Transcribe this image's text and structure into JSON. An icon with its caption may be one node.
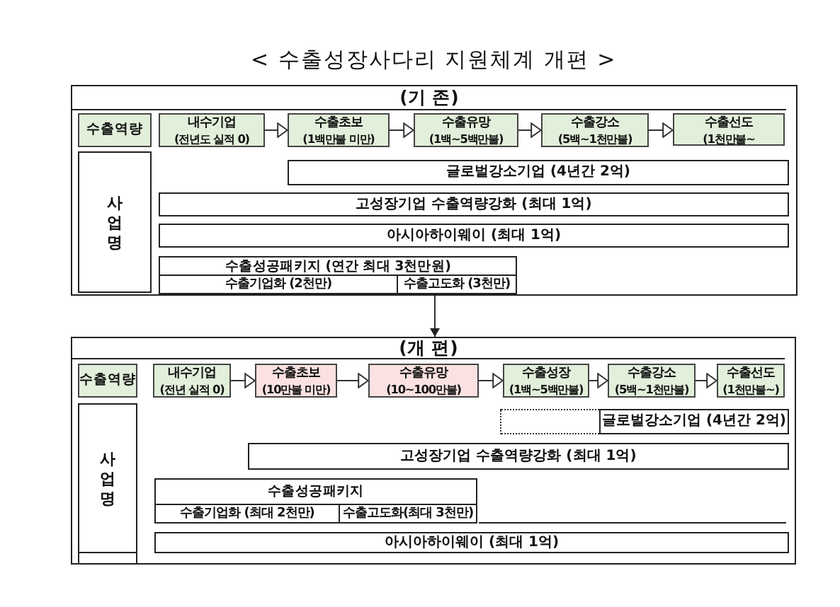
{
  "diagram": {
    "title": "< 수출성장사다리 지원체계 개편 >",
    "nodes": [
      {
        "text": [
          "(기 존)"
        ]
      },
      {
        "text": [
          "수출역량"
        ],
        "in": 0
      },
      {
        "text": [
          "내수기업",
          "(전년도 실적 0)"
        ],
        "in": 0
      },
      {
        "text": [
          "수출초보",
          "(1백만불 미만)"
        ],
        "in": 0
      },
      {
        "text": [
          "수출유망",
          "(1백~5백만불)"
        ],
        "in": 0
      },
      {
        "text": [
          "수출강소",
          "(5백~1천만불)"
        ],
        "in": 0
      },
      {
        "text": [
          "수출선도",
          "(1천만불~"
        ],
        "in": 0
      },
      {
        "text": [
          "사 업 명"
        ],
        "in": 0
      },
      {
        "text": [
          "글로벌강소기업 (4년간 2억)"
        ],
        "in": 0
      },
      {
        "text": [
          "고성장기업 수출역량강화 (최대 1억)"
        ],
        "in": 0
      },
      {
        "text": [
          "아시아하이웨이 (최대 1억)"
        ],
        "in": 0
      },
      {
        "text": [
          "수출성공패키지 (연간 최대 3천만원)"
        ],
        "in": 0
      },
      {
        "text": [
          "수출기업화 (2천만)"
        ],
        "in": 11
      },
      {
        "text": [
          "수출고도화 (3천만)"
        ],
        "in": 11
      },
      {
        "text": [
          "(개 편)"
        ]
      },
      {
        "text": [
          "수출역량"
        ],
        "in": 14
      },
      {
        "text": [
          "내수기업",
          "(전년 실적 0)"
        ],
        "in": 14
      },
      {
        "text": [
          "수출초보",
          "(10만불 미만)"
        ],
        "in": 14
      },
      {
        "text": [
          "수출유망",
          "(10~100만불)"
        ],
        "in": 14
      },
      {
        "text": [
          "수출성장",
          "(1백~5백만불)"
        ],
        "in": 14
      },
      {
        "text": [
          "수출강소",
          "(5백~1천만불)"
        ],
        "in": 14
      },
      {
        "text": [
          "수출선도",
          "(1천만불~)"
        ],
        "in": 14
      },
      {
        "text": [
          "사 업 명"
        ],
        "in": 14
      },
      {
        "text": [],
        "shape": "box",
        "in": 14
      },
      {
        "text": [
          "글로벌강소기업 (4년간 2억)"
        ],
        "in": 14
      },
      {
        "text": [
          "고성장기업 수출역량강화 (최대 1억)"
        ],
        "in": 14
      },
      {
        "text": [
          "수출성공패키지"
        ],
        "in": 14
      },
      {
        "text": [
          "수출기업화 (최대 2천만)"
        ],
        "in": 26
      },
      {
        "text": [
          "수출고도화(최대 3천만)"
        ],
        "in": 26
      },
      {
        "text": [
          "아시아하이웨이 (최대 1억)"
        ],
        "in": 14
      }
    ],
    "edges": [
      {
        "from": 2,
        "to": 3,
        "arrow": "to"
      },
      {
        "from": 3,
        "to": 4,
        "arrow": "to"
      },
      {
        "from": 4,
        "to": 5,
        "arrow": "to"
      },
      {
        "from": 5,
        "to": 6,
        "arrow": "to"
      },
      {
        "from": 0,
        "to": 14,
        "arrow": "to"
      },
      {
        "from": 16,
        "to": 17,
        "arrow": "to"
      },
      {
        "from": 17,
        "to": 18,
        "arrow": "to"
      },
      {
        "from": 18,
        "to": 19,
        "arrow": "to"
      },
      {
        "from": 19,
        "to": 20,
        "arrow": "to"
      },
      {
        "from": 20,
        "to": 21,
        "arrow": "to"
      }
    ]
  }
}
